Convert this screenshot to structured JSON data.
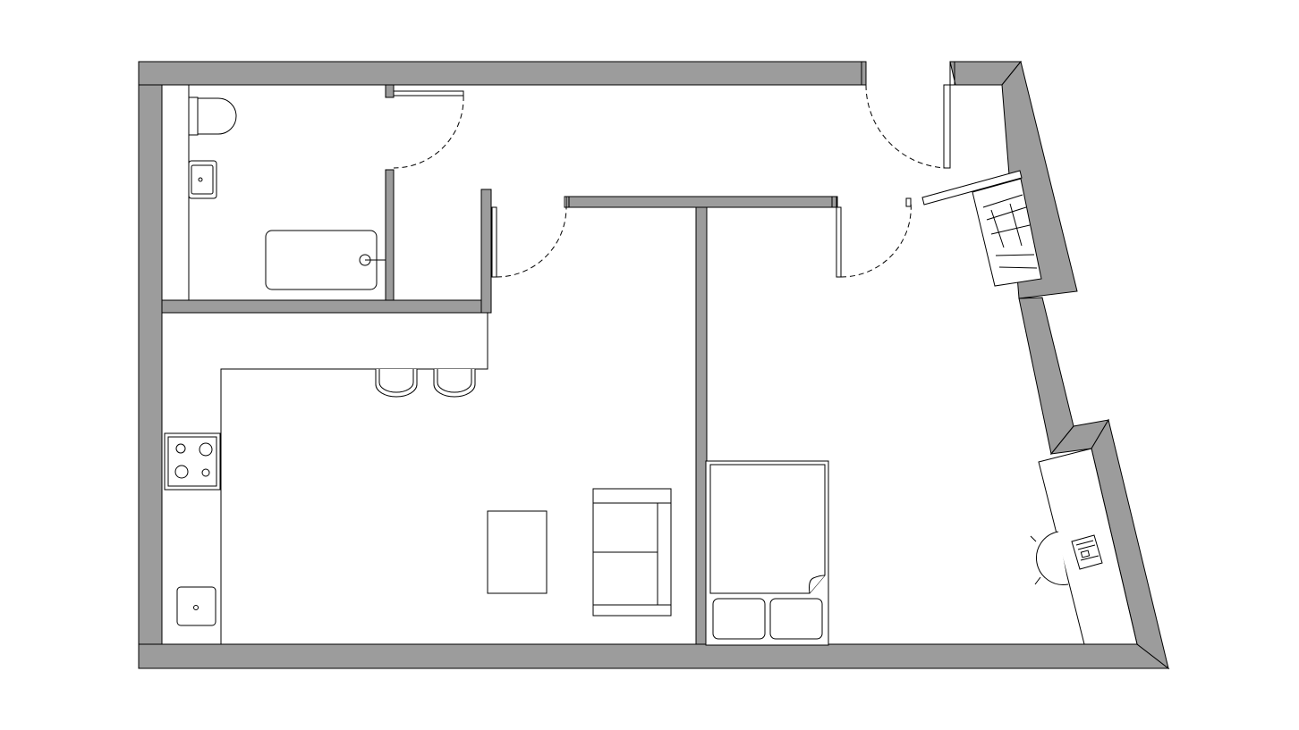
{
  "diagram": {
    "kind": "floor-plan",
    "colors": {
      "wall_fill": "#9c9c9c",
      "line": "#000000",
      "background": "#ffffff"
    },
    "rooms": [
      "bathroom",
      "kitchen-living",
      "bedroom",
      "entrance-hall"
    ],
    "fixtures": [
      "toilet",
      "washbasin",
      "bathtub",
      "hob",
      "kitchen-sink",
      "bar-stool",
      "bar-stool",
      "coffee-table",
      "sofa",
      "double-bed",
      "pillow",
      "pillow",
      "desk",
      "desk-chair",
      "laptop",
      "wardrobe"
    ],
    "doors": [
      "bathroom-door",
      "living-door",
      "bedroom-door",
      "entrance-door"
    ]
  }
}
